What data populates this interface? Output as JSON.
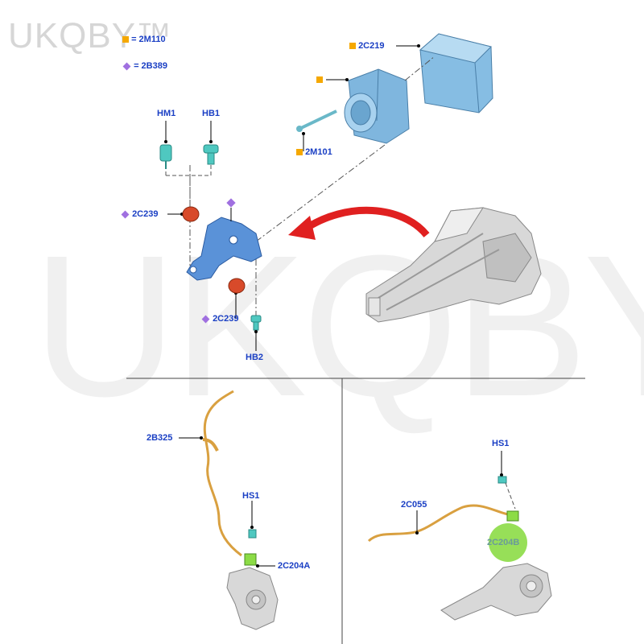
{
  "watermark": {
    "corner_text": "UKQBY™",
    "center_text": "UKQBY™"
  },
  "legend": [
    {
      "marker": "square",
      "text": "= 2M110"
    },
    {
      "marker": "diamond",
      "text": "= 2B389"
    }
  ],
  "labels": {
    "hm1": "HM1",
    "hb1": "HB1",
    "hb2": "HB2",
    "c219": "2C219",
    "m101": "2M101",
    "c239_top": "2C239",
    "c239_bottom": "2C239",
    "b325": "2B325",
    "hs1_left": "HS1",
    "c204a": "2C204A",
    "hs1_right": "HS1",
    "c055": "2C055",
    "c204b": "2C204B"
  },
  "colors": {
    "callout_text": "#1a3fc4",
    "part_blue": "#7fb6de",
    "highlight_green": "#8cdc46",
    "arrow_red": "#e02020",
    "nut_red": "#d84a2a",
    "cable_orange": "#d9a040",
    "marker_square": "#f5a800",
    "marker_diamond": "#a070e0"
  }
}
